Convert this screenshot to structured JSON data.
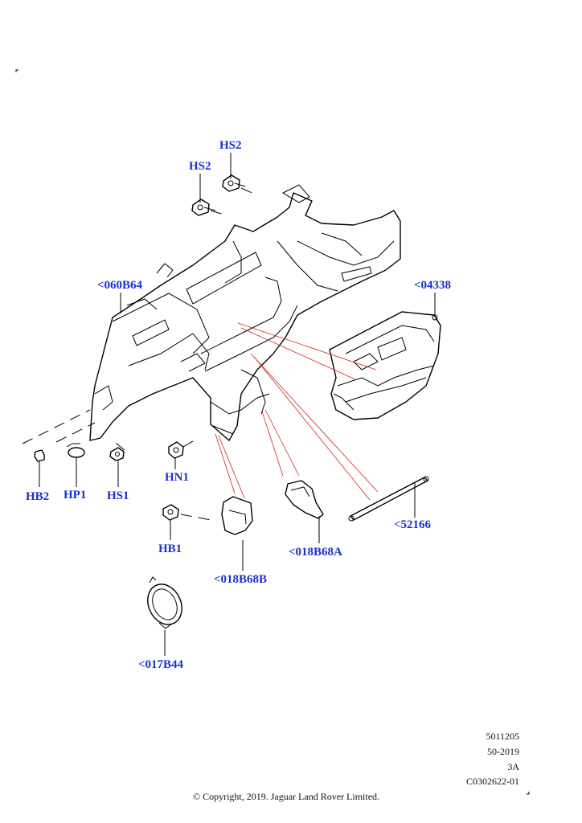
{
  "callouts": [
    {
      "id": "hs2-top",
      "text": "HS2"
    },
    {
      "id": "hs2-left",
      "text": "HS2"
    },
    {
      "id": "060b64",
      "text": "<060B64"
    },
    {
      "id": "04338",
      "text": "<04338"
    },
    {
      "id": "hb2",
      "text": "HB2"
    },
    {
      "id": "hp1",
      "text": "HP1"
    },
    {
      "id": "hs1",
      "text": "HS1"
    },
    {
      "id": "hn1",
      "text": "HN1"
    },
    {
      "id": "hb1",
      "text": "HB1"
    },
    {
      "id": "52166",
      "text": "<52166"
    },
    {
      "id": "018b68a",
      "text": "<018B68A"
    },
    {
      "id": "018b68b",
      "text": "<018B68B"
    },
    {
      "id": "017b44",
      "text": "<017B44"
    }
  ],
  "meta": {
    "line1": "5011205",
    "line2": "50-2019",
    "line3": "3A",
    "line4": "C0302622-01"
  },
  "copyright": "© Copyright, 2019. Jaguar Land Rover Limited.",
  "colors": {
    "callout": "#1a2fd0",
    "leader_red": "#d81e1e",
    "line": "#000000"
  },
  "icons": [
    "bolt-icon",
    "screw-icon",
    "push-pin-icon",
    "nut-icon",
    "cross-car-beam-icon",
    "bracket-icon",
    "tie-rod-icon",
    "clamp-ring-icon"
  ]
}
